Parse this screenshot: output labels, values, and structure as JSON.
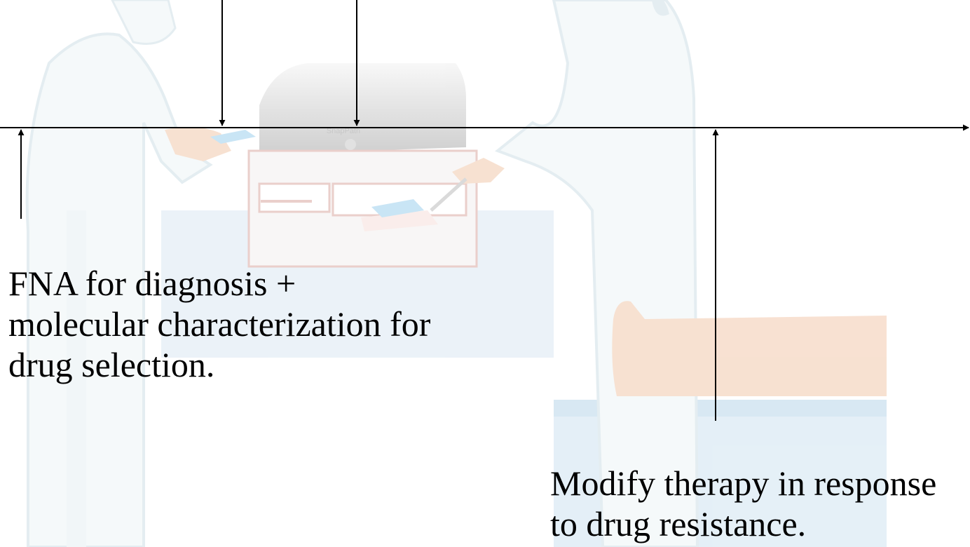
{
  "illustration": {
    "device_label": "SnapPath",
    "colors": {
      "skin": "#f2c9ad",
      "bed": "#cfe3f1",
      "gown": "#eef5f7",
      "machine": "#e2e2e2",
      "machine_trim": "#d9a9a1",
      "tray": "#9ed0ee"
    }
  },
  "timeline": {
    "line_color": "#000000"
  },
  "captions": {
    "left": {
      "lines": [
        "FNA for diagnosis +",
        "molecular characterization for",
        "drug selection."
      ]
    },
    "right": {
      "lines": [
        "Modify therapy in response",
        "to drug resistance."
      ]
    }
  }
}
